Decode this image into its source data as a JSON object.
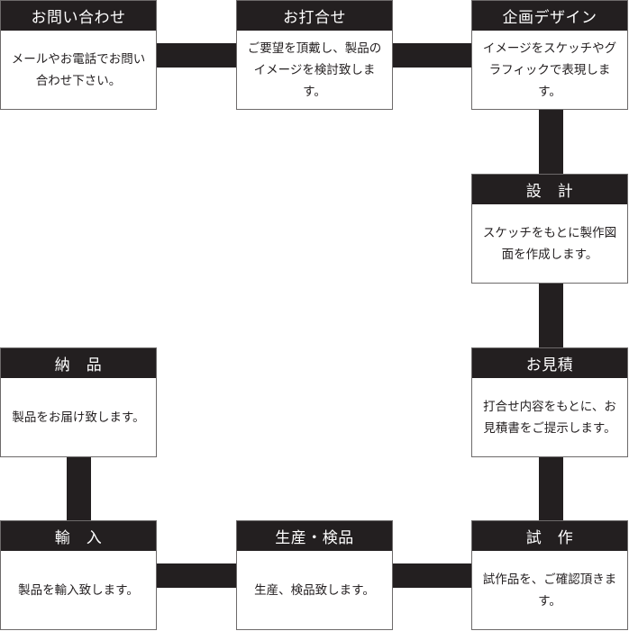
{
  "steps": [
    {
      "title": "お問い合わせ",
      "text": "メールやお電話でお問い合わせ下さい。"
    },
    {
      "title": "お打合せ",
      "text": "ご要望を頂戴し、製品のイメージを検討致します。"
    },
    {
      "title": "企画デザイン",
      "text": "イメージをスケッチやグラフィックで表現します。"
    },
    {
      "title": "設　計",
      "text": "スケッチをもとに製作図面を作成します。"
    },
    {
      "title": "お見積",
      "text": "打合せ内容をもとに、お見積書をご提示します。"
    },
    {
      "title": "試　作",
      "text": "試作品を、ご確認頂きます。"
    },
    {
      "title": "生産・検品",
      "text": "生産、検品致します。"
    },
    {
      "title": "輸　入",
      "text": "製品を輸入致します。"
    },
    {
      "title": "納　品",
      "text": "製品をお届け致します。"
    }
  ]
}
